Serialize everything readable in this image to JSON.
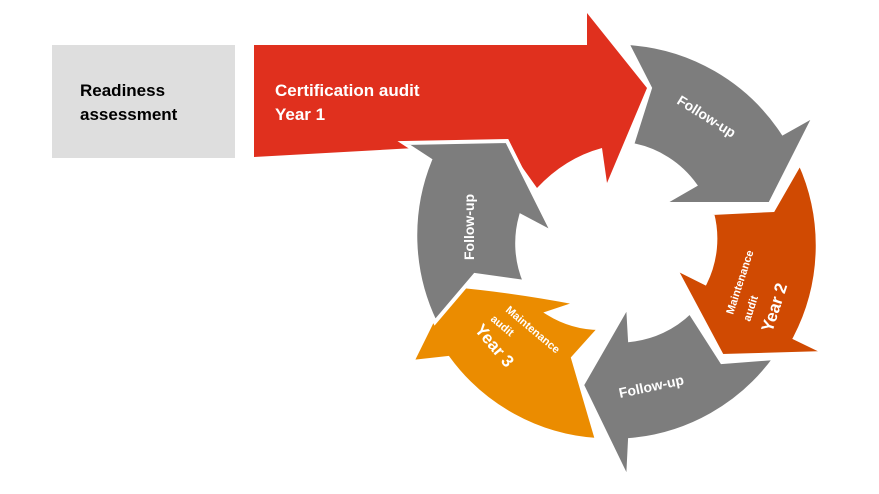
{
  "readiness": {
    "line1": "Readiness",
    "line2": "assessment"
  },
  "certification": {
    "line1": "Certification audit",
    "line2": "Year 1"
  },
  "followup_top": "Follow-up",
  "maintenance_year2": {
    "line1": "Maintenance",
    "line2": "audit",
    "line3": "Year 2"
  },
  "followup_bottom": "Follow-up",
  "maintenance_year3": {
    "line1": "Maintenance",
    "line2": "audit",
    "line3": "Year 3"
  },
  "followup_left": "Follow-up",
  "colors": {
    "red": "#e0301e",
    "gray": "#7d7d7d",
    "dark_orange": "#d04a02",
    "orange": "#eb8c00",
    "box": "#dedede"
  }
}
